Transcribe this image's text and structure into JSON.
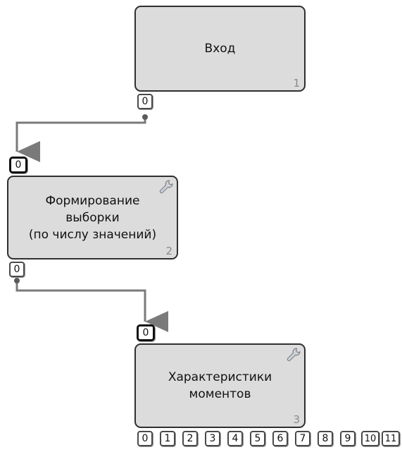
{
  "nodes": [
    {
      "title": "Вход",
      "index": "1",
      "wrench_icon": false
    },
    {
      "title": "Формирование\nвыборки\n(по числу значений)",
      "index": "2",
      "wrench_icon": true
    },
    {
      "title": "Характеристики\nмоментов",
      "index": "3",
      "wrench_icon": true
    }
  ],
  "ports": {
    "node1_out": "0",
    "node2_in": "0",
    "node2_out": "0",
    "node3_in": "0",
    "node3_outputs": [
      "0",
      "1",
      "2",
      "3",
      "4",
      "5",
      "6",
      "7",
      "8",
      "9",
      "10",
      "11"
    ]
  },
  "colors": {
    "node_fill": "#dcdcdc",
    "node_border": "#2f2f2f",
    "edge": "#7a7a7a"
  }
}
